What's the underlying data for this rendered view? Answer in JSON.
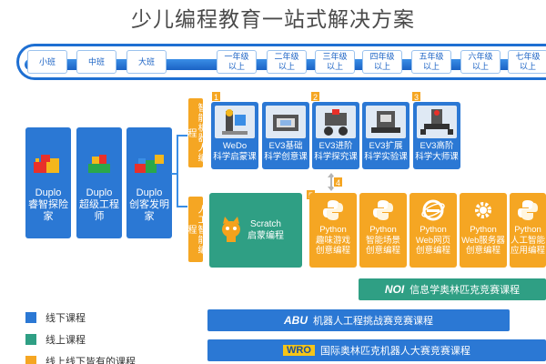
{
  "title": "少儿编程教育一站式解决方案",
  "timeline": {
    "ages": [
      "小班",
      "中班",
      "大班",
      "一年级以上",
      "二年级以上",
      "三年级以上",
      "四年级以上",
      "五年级以上",
      "六年级以上",
      "七年级以上"
    ]
  },
  "categories": {
    "robot": "智能机器人编程",
    "ai": "人工智能编程"
  },
  "duplo": [
    {
      "label": "Duplo\n睿智探险家"
    },
    {
      "label": "Duplo\n超级工程师"
    },
    {
      "label": "Duplo\n创客发明家"
    }
  ],
  "robots": [
    {
      "num": "1",
      "label": "WeDo\n科学启蒙课"
    },
    {
      "num": "",
      "label": "EV3基础\n科学创意课"
    },
    {
      "num": "2",
      "label": "EV3进阶\n科学探究课"
    },
    {
      "num": "",
      "label": "EV3扩展\n科学实验课"
    },
    {
      "num": "3",
      "label": "EV3高阶\n科学大师课"
    }
  ],
  "scratch": {
    "num": "5",
    "label": "Scratch\n启蒙编程"
  },
  "python": [
    {
      "num": "4",
      "label": "Python\n趣味游戏\n创意编程"
    },
    {
      "num": "",
      "label": "Python\n智能场景\n创意编程"
    },
    {
      "num": "",
      "label": "Python\nWeb网页\n创意编程"
    },
    {
      "num": "",
      "label": "Python\nWeb服务器\n创意编程"
    },
    {
      "num": "",
      "label": "Python\n人工智能\n应用编程"
    }
  ],
  "competitions": [
    {
      "logo": "NOI",
      "label": "信息学奥林匹克竞赛课程"
    },
    {
      "logo": "ABU",
      "label": "机器人工程挑战赛竞赛课程"
    },
    {
      "logo": "WRO",
      "label": "国际奥林匹克机器人大赛竞赛课程"
    }
  ],
  "legend": [
    {
      "label": "线下课程",
      "color": "#2b78d4"
    },
    {
      "label": "线上课程",
      "color": "#2f9f84"
    },
    {
      "label": "线上线下皆有的课程",
      "color": "#f5a623"
    }
  ],
  "colors": {
    "blue": "#2b78d4",
    "teal": "#2f9f84",
    "orange": "#f5a623",
    "timeline": "#1e6fd2"
  }
}
